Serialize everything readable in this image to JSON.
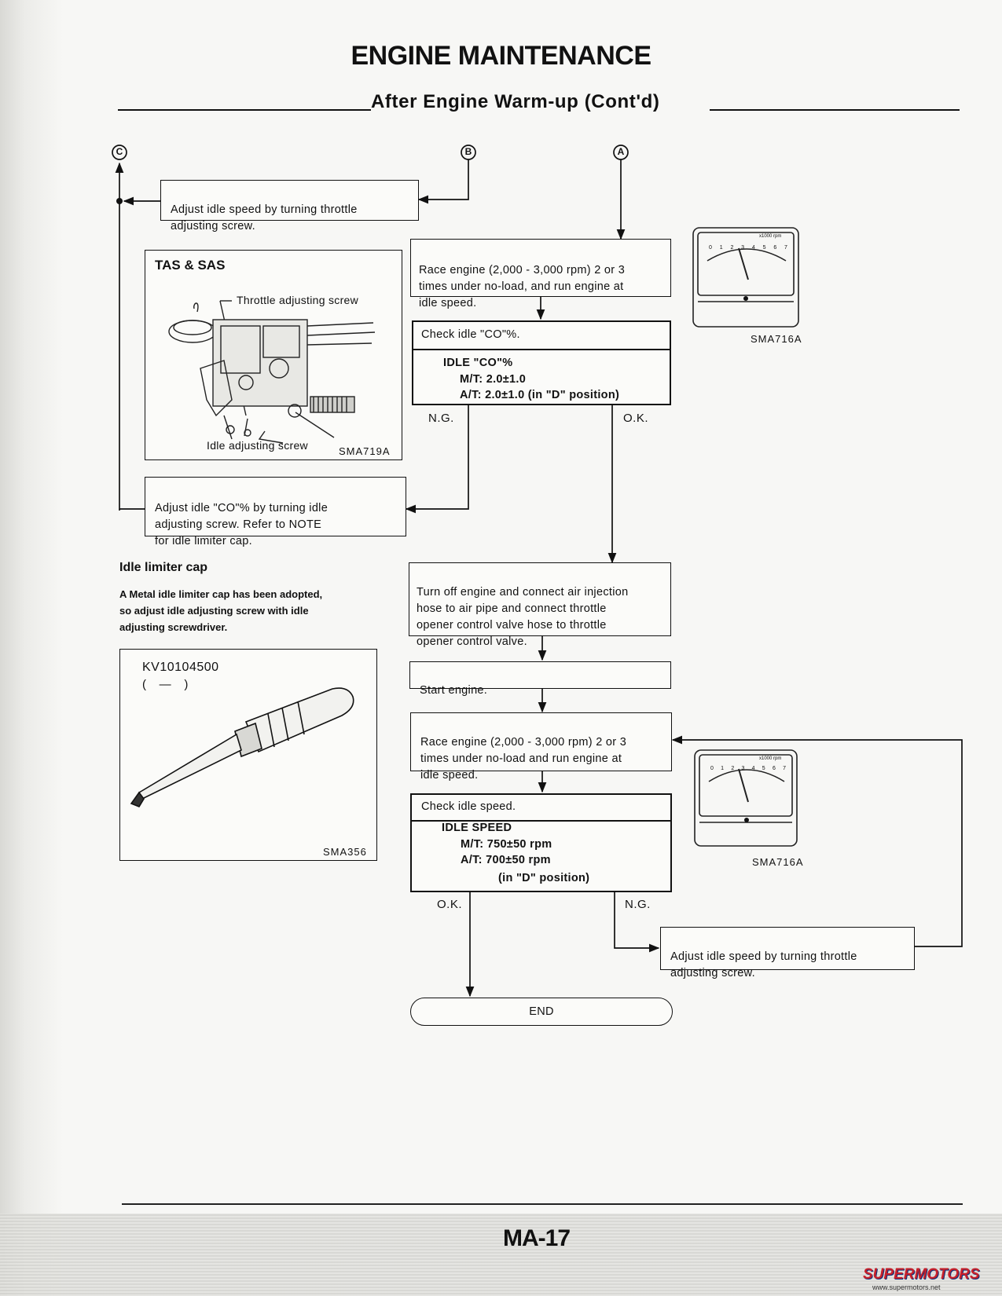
{
  "header": {
    "title": "ENGINE MAINTENANCE",
    "subtitle": "After Engine Warm-up (Cont'd)"
  },
  "connectors": {
    "a": "A",
    "b": "B",
    "c": "C"
  },
  "flow": {
    "adjust_idle_top": "Adjust idle speed by turning throttle\nadjusting screw.",
    "race_engine_1": "Race engine (2,000 - 3,000 rpm) 2 or 3\ntimes under no-load, and run engine at\nidle speed.",
    "check_co": {
      "header": "Check idle \"CO\"%.",
      "title": "IDLE \"CO\"%",
      "mt": "M/T:  2.0±1.0",
      "at": "A/T:  2.0±1.0 (in \"D\" position)"
    },
    "ng_label_1": "N.G.",
    "ok_label_1": "O.K.",
    "adjust_co": "Adjust idle \"CO\"% by turning idle\nadjusting screw.  Refer to NOTE\nfor idle limiter cap.",
    "turn_off": "Turn off engine and connect air injection\nhose to air pipe and connect throttle\nopener control valve hose to throttle\nopener control valve.",
    "start_engine": "Start engine.",
    "race_engine_2": "Race engine (2,000 - 3,000 rpm) 2 or 3\ntimes under no-load and run engine at\nidle speed.",
    "check_speed": {
      "header": "Check idle speed.",
      "title": "IDLE SPEED",
      "mt": "M/T:  750±50 rpm",
      "at": "A/T:  700±50 rpm",
      "at_note": "(in \"D\" position)"
    },
    "ok_label_2": "O.K.",
    "ng_label_2": "N.G.",
    "adjust_idle_bottom": "Adjust idle speed by turning throttle\nadjusting screw.",
    "end": "END"
  },
  "carb_figure": {
    "title": "TAS & SAS",
    "callout_top": "Throttle adjusting screw",
    "callout_bottom": "Idle adjusting screw",
    "code": "SMA719A"
  },
  "tach_figure_1": {
    "scale_label": "x1000 rpm",
    "ticks": [
      "0",
      "1",
      "2",
      "3",
      "4",
      "5",
      "6",
      "7"
    ],
    "code": "SMA716A"
  },
  "tach_figure_2": {
    "scale_label": "x1000 rpm",
    "ticks": [
      "0",
      "1",
      "2",
      "3",
      "4",
      "5",
      "6",
      "7"
    ],
    "code": "SMA716A"
  },
  "idle_limiter": {
    "heading": "Idle limiter cap",
    "body": "A Metal idle limiter cap has been adopted,\nso adjust idle adjusting screw with idle\nadjusting screwdriver."
  },
  "tool_figure": {
    "part_number": "KV10104500",
    "part_sub": "(    —    )",
    "code": "SMA356"
  },
  "footer": {
    "page_number": "MA-17",
    "watermark_brand": "SUPERMOTORS",
    "watermark_url": "www.supermotors.net"
  }
}
